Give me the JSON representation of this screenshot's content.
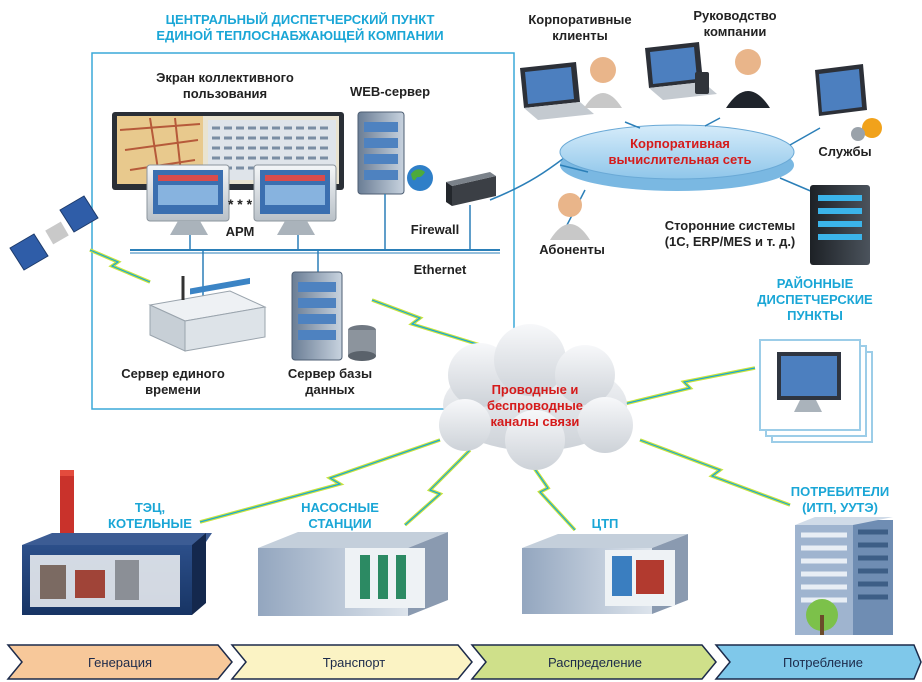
{
  "center": {
    "title_line1": "ЦЕНТРАЛЬНЫЙ ДИСПЕТЧЕРСКИЙ ПУНКТ",
    "title_line2": "ЕДИНОЙ ТЕПЛОСНАБЖАЮЩЕЙ КОМПАНИИ"
  },
  "labels": {
    "screen_line1": "Экран коллективного",
    "screen_line2": "пользования",
    "web_server": "WEB-сервер",
    "arm": "АРМ",
    "dots": "* * *",
    "firewall": "Firewall",
    "ethernet": "Ethernet",
    "time_server_line1": "Сервер единого",
    "time_server_line2": "времени",
    "db_server_line1": "Сервер базы",
    "db_server_line2": "данных",
    "corp_clients_line1": "Корпоративные",
    "corp_clients_line2": "клиенты",
    "management_line1": "Руководство",
    "management_line2": "компании",
    "services": "Службы",
    "subscribers": "Абоненты",
    "third_party_line1": "Сторонние системы",
    "third_party_line2": "(1С, ERP/MES и т. д.)",
    "district_line1": "РАЙОННЫЕ",
    "district_line2": "ДИСПЕТЧЕРСКИЕ",
    "district_line3": "ПУНКТЫ",
    "corp_net_line1": "Корпоративная",
    "corp_net_line2": "вычислительная сеть",
    "channels_line1": "Проводные и",
    "channels_line2": "беспроводные",
    "channels_line3": "каналы связи",
    "tec_line1": "ТЭЦ,",
    "tec_line2": "КОТЕЛЬНЫЕ",
    "pump_line1": "НАСОСНЫЕ",
    "pump_line2": "СТАНЦИИ",
    "ctp": "ЦТП",
    "consumers_line1": "ПОТРЕБИТЕЛИ",
    "consumers_line2": "(ИТП, УУТЭ)"
  },
  "stages": [
    "Генерация",
    "Транспорт",
    "Распределение",
    "Потребление"
  ],
  "colors": {
    "accent_cyan": "#1aa6d6",
    "accent_red": "#d51b1b",
    "stage_generation": "#f7c89a",
    "stage_transport": "#fbf3c4",
    "stage_distribution": "#cfe08a",
    "stage_consumption": "#7fc8ea"
  }
}
